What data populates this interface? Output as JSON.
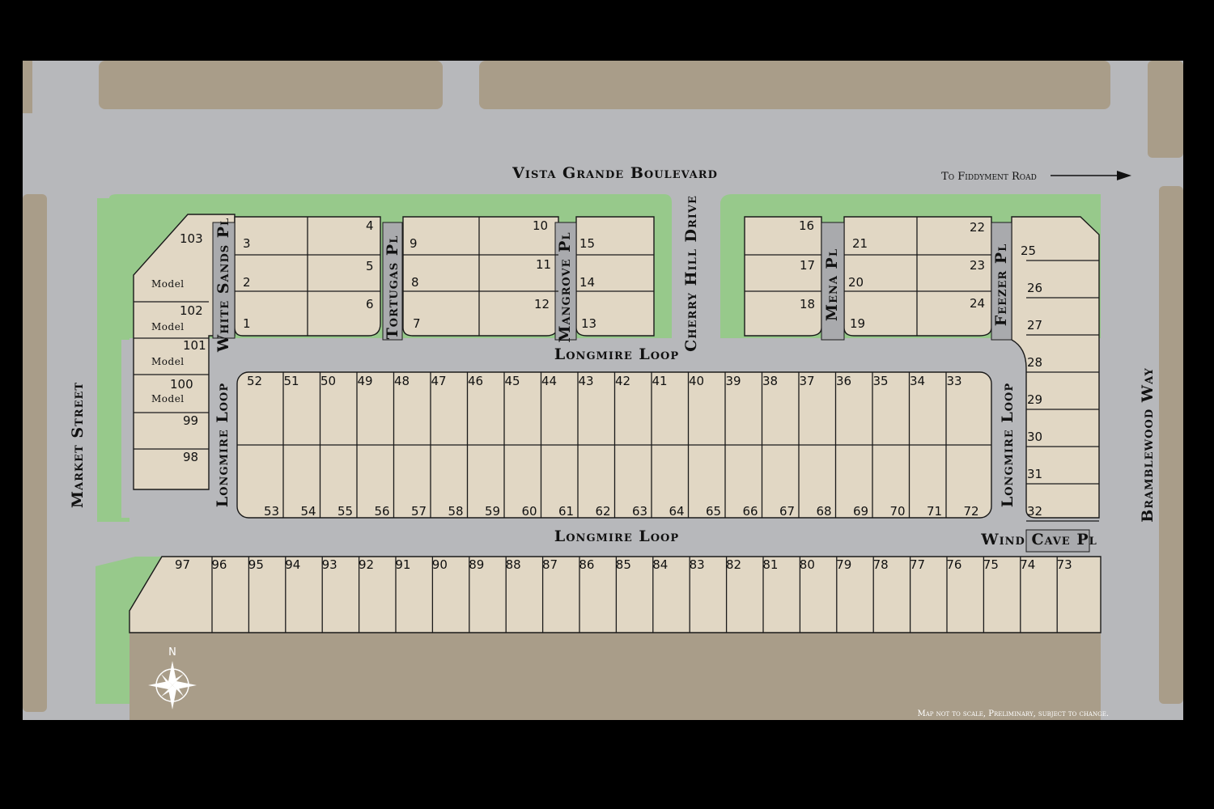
{
  "colors": {
    "frame": "#000000",
    "road": "#b7b8bb",
    "lot": "#e0d6c3",
    "green": "#96c98a",
    "land": "#a89c88",
    "line": "#1a1a1a"
  },
  "streets": {
    "vista_grande": "Vista Grande Boulevard",
    "fiddyment": "To Fiddyment Road",
    "market": "Market Street",
    "bramblewood": "Bramblewood Way",
    "cherry_hill": "Cherry Hill Drive",
    "white_sands": "White Sands Pl",
    "tortugas": "Tortugas Pl",
    "mangrove": "Mangrove Pl",
    "mena": "Mena Pl",
    "feezer": "Feezer Pl",
    "longmire_top": "Longmire Loop",
    "longmire_left": "Longmire Loop",
    "longmire_right": "Longmire Loop",
    "longmire_bottom": "Longmire Loop",
    "wind_cave": "Wind Cave Pl"
  },
  "model_label": "Model",
  "compass": {
    "north": "N",
    "icon": "compass-rose-icon"
  },
  "disclaimer": "Map not to scale, Preliminary, subject to change.",
  "lots": {
    "row_top_center": [
      "52",
      "51",
      "50",
      "49",
      "48",
      "47",
      "46",
      "45",
      "44",
      "43",
      "42",
      "41",
      "40",
      "39",
      "38",
      "37",
      "36",
      "35",
      "34",
      "33"
    ],
    "row_bottom_center": [
      "53",
      "54",
      "55",
      "56",
      "57",
      "58",
      "59",
      "60",
      "61",
      "62",
      "63",
      "64",
      "65",
      "66",
      "67",
      "68",
      "69",
      "70",
      "71",
      "72"
    ],
    "row_south": [
      "97",
      "96",
      "95",
      "94",
      "93",
      "92",
      "91",
      "90",
      "89",
      "88",
      "87",
      "86",
      "85",
      "84",
      "83",
      "82",
      "81",
      "80",
      "79",
      "78",
      "77",
      "76",
      "75",
      "74",
      "73"
    ],
    "east_column": [
      "25",
      "26",
      "27",
      "28",
      "29",
      "30",
      "31",
      "32"
    ],
    "west_column": [
      "103",
      "102",
      "101",
      "100",
      "99",
      "98"
    ],
    "cul_de_sacs": [
      "1",
      "2",
      "3",
      "4",
      "5",
      "6",
      "7",
      "8",
      "9",
      "10",
      "11",
      "12",
      "13",
      "14",
      "15",
      "16",
      "17",
      "18",
      "19",
      "20",
      "21",
      "22",
      "23",
      "24"
    ]
  }
}
